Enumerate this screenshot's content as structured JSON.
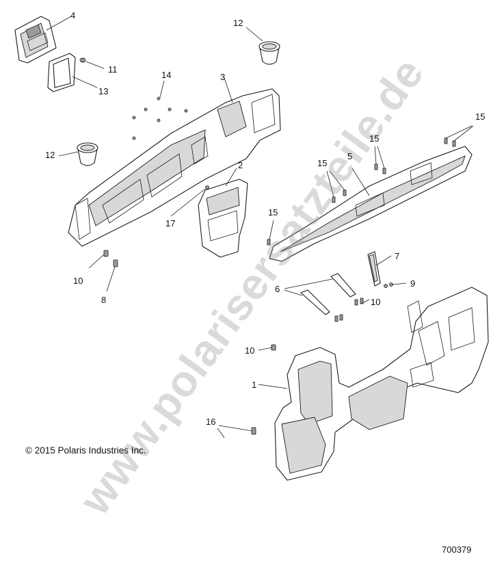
{
  "watermark": "www.polarisersatzteile.de",
  "copyright": "© 2015 Polaris Industries Inc.",
  "diagram_id": "700379",
  "callouts": {
    "c4": "4",
    "c12a": "12",
    "c11": "11",
    "c13": "13",
    "c14": "14",
    "c3": "3",
    "c12b": "12",
    "c2": "2",
    "c17": "17",
    "c10a": "10",
    "c8": "8",
    "c15a": "15",
    "c15b": "15",
    "c15c": "15",
    "c5": "5",
    "c15d": "15",
    "c7": "7",
    "c9": "9",
    "c6": "6",
    "c10b": "10",
    "c10c": "10",
    "c1": "1",
    "c16": "16"
  },
  "colors": {
    "line": "#1a1a1a",
    "watermark": "#969696",
    "background": "#ffffff"
  }
}
